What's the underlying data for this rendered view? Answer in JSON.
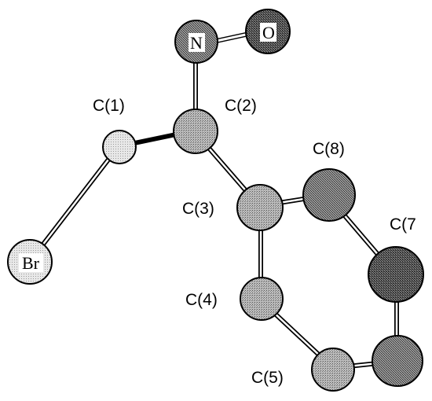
{
  "molecule": {
    "atoms": [
      {
        "id": "N",
        "label": "N",
        "shade": "dark-grey"
      },
      {
        "id": "O",
        "label": "O",
        "shade": "darkest-grey"
      },
      {
        "id": "C1",
        "label": "C(1)",
        "shade": "light-grey"
      },
      {
        "id": "C2",
        "label": "C(2)",
        "shade": "grey"
      },
      {
        "id": "C3",
        "label": "C(3)",
        "shade": "grey"
      },
      {
        "id": "C4",
        "label": "C(4)",
        "shade": "grey"
      },
      {
        "id": "C5",
        "label": "C(5)",
        "shade": "grey"
      },
      {
        "id": "C6",
        "label": "",
        "shade": "dark-grey"
      },
      {
        "id": "C7",
        "label": "C(7",
        "shade": "dark-grey"
      },
      {
        "id": "C8",
        "label": "C(8)",
        "shade": "dark-grey"
      },
      {
        "id": "Br",
        "label": "Br",
        "shade": "very-light-grey"
      }
    ],
    "bonds": [
      [
        "N",
        "O"
      ],
      [
        "N",
        "C2"
      ],
      [
        "C1",
        "C2"
      ],
      [
        "C1",
        "Br"
      ],
      [
        "C2",
        "C3"
      ],
      [
        "C3",
        "C8"
      ],
      [
        "C3",
        "C4"
      ],
      [
        "C4",
        "C5"
      ],
      [
        "C5",
        "C6"
      ],
      [
        "C6",
        "C7"
      ],
      [
        "C7",
        "C8"
      ]
    ]
  },
  "colors": {
    "very-light-grey": "#ececec",
    "light-grey": "#d9d9d9",
    "grey": "#a6a6a6",
    "dark-grey": "#7d7d7d",
    "darkest-grey": "#5a5a5a"
  }
}
